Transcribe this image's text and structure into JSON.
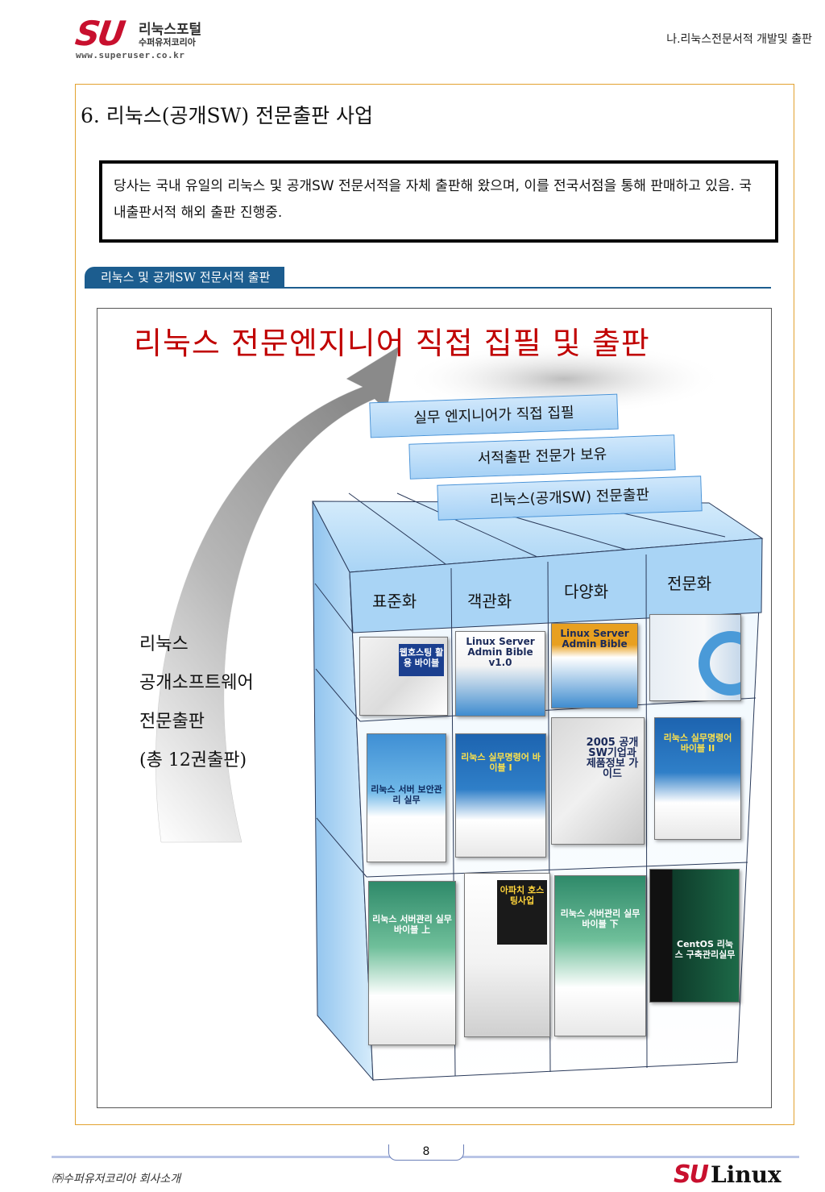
{
  "header": {
    "logo_mark": "SU",
    "logo_line1": "리눅스포털",
    "logo_line2": "수퍼유저코리아",
    "logo_url": "www.superuser.co.kr",
    "section_name": "나.리눅스전문서적 개발및 출판"
  },
  "section": {
    "title": "6. 리눅스(공개SW)  전문출판 사업",
    "intro": "당사는 국내 유일의 리눅스 및 공개SW 전문서적을 자체 출판해 왔으며, 이를 전국서점을 통해 판매하고 있음. 국내출판서적 해외 출판 진행중.",
    "subheading": "리눅스 및 공개SW 전문서적 출판"
  },
  "diagram": {
    "headline": "리눅스 전문엔지니어 직접 집필 및 출판",
    "banners": [
      "실무 엔지니어가 직접 집필",
      "서적출판 전문가 보유",
      "리눅스(공개SW) 전문출판"
    ],
    "columns": [
      "표준화",
      "객관화",
      "다양화",
      "전문화"
    ],
    "left_text": [
      "리눅스",
      "공개소프트웨어",
      "전문출판",
      "(총 12권출판)"
    ],
    "books": [
      {
        "title": "웹호스팅 활용 바이블"
      },
      {
        "title": "Linux Server Admin Bible v1.0"
      },
      {
        "title": "Linux Server Admin Bible"
      },
      {
        "title": ""
      },
      {
        "title": "리눅스 서버 보안관리 실무"
      },
      {
        "title": "리눅스 실무명령어 바이블 I"
      },
      {
        "title": "2005 공개SW기업과 제품정보 가이드"
      },
      {
        "title": "리눅스 실무명령어 바이블 II"
      },
      {
        "title": "리눅스 서버관리 실무 바이블 上"
      },
      {
        "title": "아파치 호스팅사업"
      },
      {
        "title": "리눅스 서버관리 실무 바이블 下"
      },
      {
        "title": "CentOS 리눅스 구축관리실무"
      }
    ]
  },
  "footer": {
    "page_number": "8",
    "company": "㈜수퍼유저코리아 회사소개",
    "brand_su": "SU",
    "brand_linux": "Linux"
  },
  "colors": {
    "accent_red": "#c00000",
    "frame_orange": "#e2a230",
    "navy": "#1c5d8f",
    "banner_blue": "#a7d2f6"
  }
}
